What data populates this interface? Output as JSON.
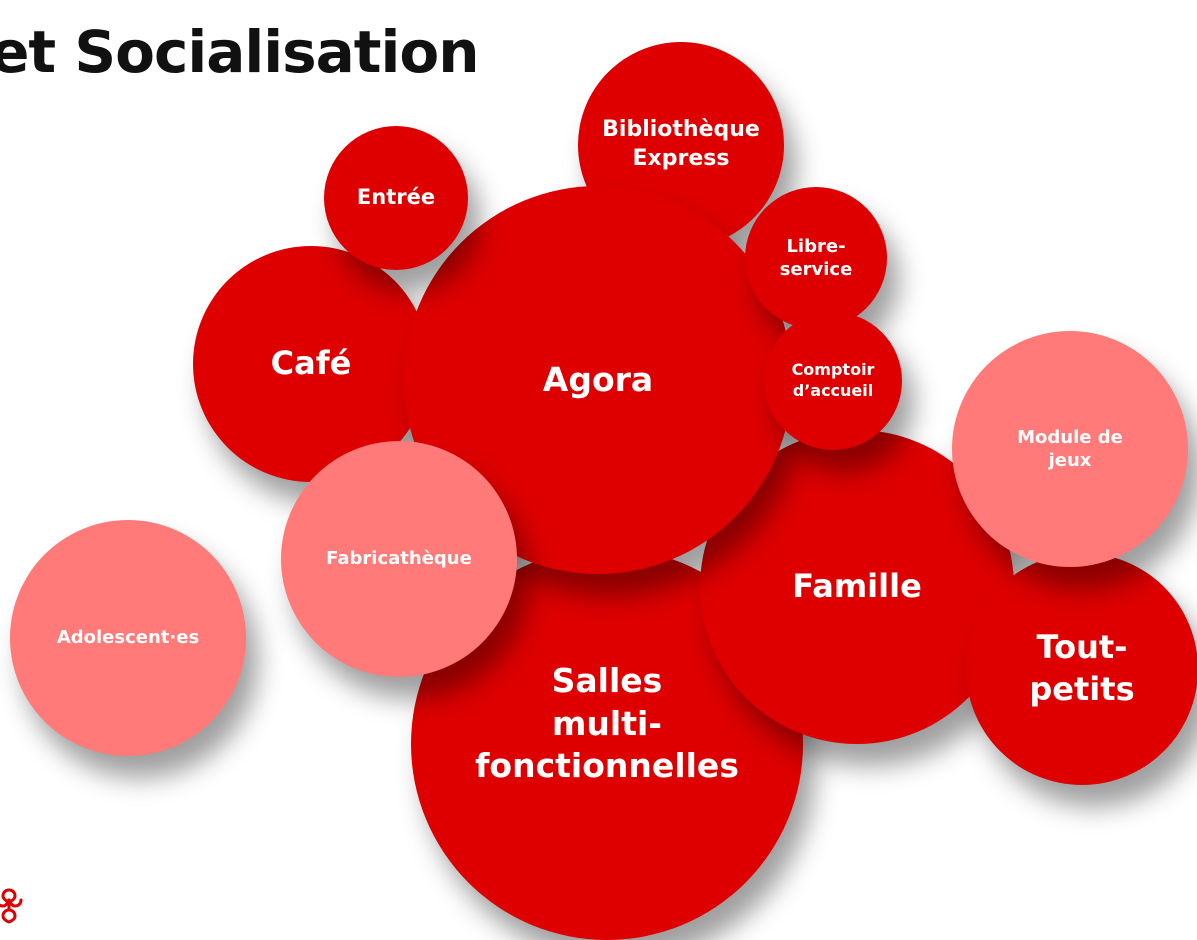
{
  "title": "l et Socialisation",
  "colors": {
    "dark_red": "#de0000",
    "light_red": "#ff7a78",
    "title": "#111111"
  },
  "logo": {
    "icon": "rosette-logo-icon"
  },
  "bubbles": [
    {
      "id": "bibliotheque",
      "label": "Bibliothèque\nExpress",
      "tone": "dark"
    },
    {
      "id": "entree",
      "label": "Entrée",
      "tone": "dark"
    },
    {
      "id": "libre",
      "label": "Libre-\nservice",
      "tone": "dark"
    },
    {
      "id": "cafe",
      "label": "Café",
      "tone": "dark"
    },
    {
      "id": "agora",
      "label": "Agora",
      "tone": "dark"
    },
    {
      "id": "comptoir",
      "label": "Comptoir\nd’accueil",
      "tone": "dark"
    },
    {
      "id": "famille",
      "label": "Famille",
      "tone": "dark"
    },
    {
      "id": "module",
      "label": "Module de\njeux",
      "tone": "light"
    },
    {
      "id": "toutpetits",
      "label": "Tout-\npetits",
      "tone": "dark"
    },
    {
      "id": "fabricatheque",
      "label": "Fabricathèque",
      "tone": "light"
    },
    {
      "id": "salles",
      "label": "Salles\nmulti-\nfonctionnelles",
      "tone": "dark"
    },
    {
      "id": "adolescent",
      "label": "Adolescent·es",
      "tone": "light"
    }
  ]
}
